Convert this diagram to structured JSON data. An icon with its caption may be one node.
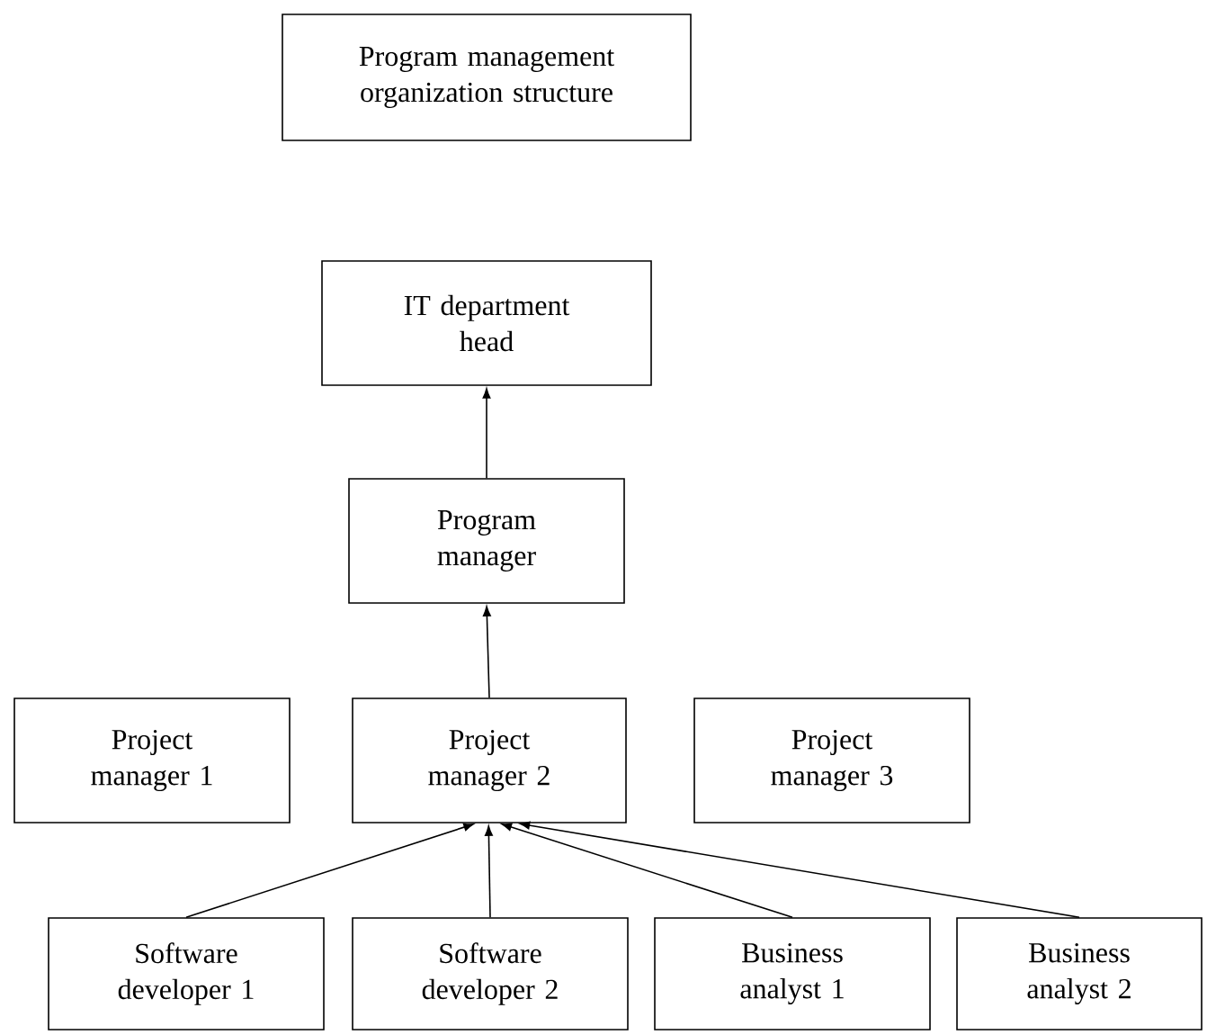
{
  "diagram": {
    "nodes": [
      {
        "text": [
          "Program management organization structure"
        ]
      },
      {
        "text": [
          "IT department head"
        ]
      },
      {
        "text": [
          "Program manager"
        ]
      },
      {
        "text": [
          "Project manager 1"
        ]
      },
      {
        "text": [
          "Project manager 2"
        ]
      },
      {
        "text": [
          "Project manager 3"
        ]
      },
      {
        "text": [
          "Software developer 1"
        ]
      },
      {
        "text": [
          "Software developer 2"
        ]
      },
      {
        "text": [
          "Business analyst 1"
        ]
      },
      {
        "text": [
          "Business analyst 2"
        ]
      }
    ],
    "edges": [
      {
        "from": 2,
        "to": 1,
        "arrow": "to"
      },
      {
        "from": 4,
        "to": 2,
        "arrow": "to"
      },
      {
        "from": 6,
        "to": 4,
        "arrow": "to"
      },
      {
        "from": 7,
        "to": 4,
        "arrow": "to"
      },
      {
        "from": 8,
        "to": 4,
        "arrow": "to"
      },
      {
        "from": 9,
        "to": 4,
        "arrow": "to"
      }
    ]
  }
}
